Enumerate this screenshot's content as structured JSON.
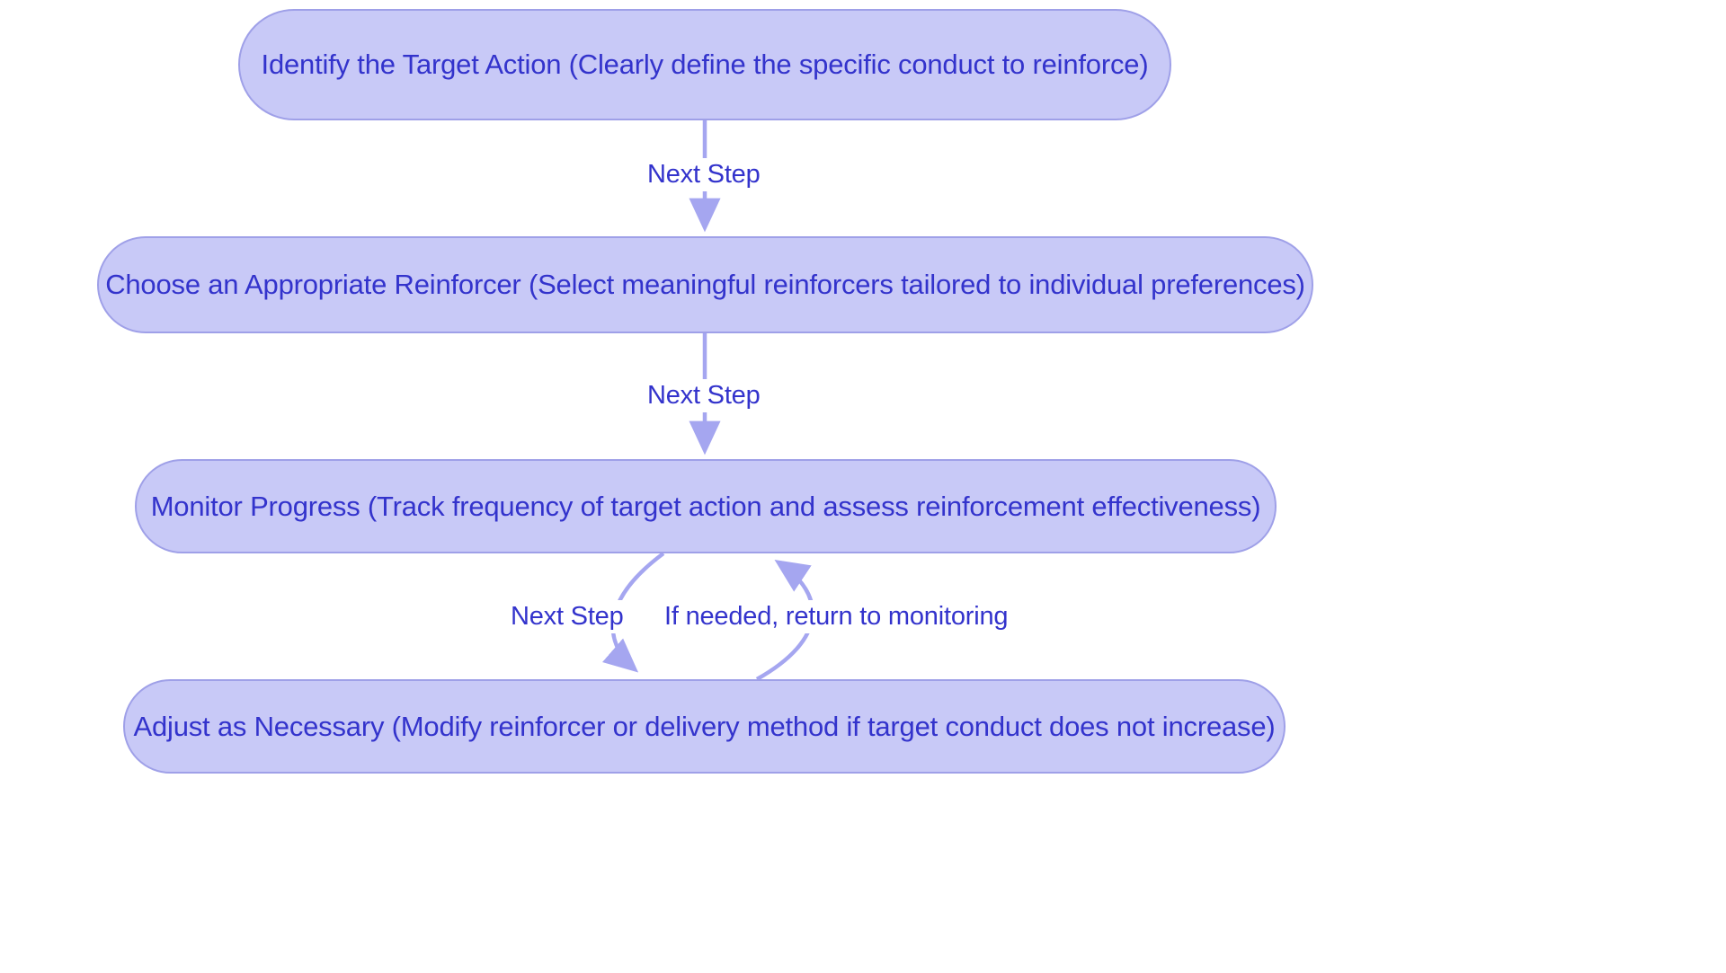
{
  "diagram": {
    "type": "flowchart",
    "orientation": "top-to-bottom",
    "background_color": "#ffffff",
    "node_fill_color": "#c8c9f7",
    "node_border_color": "#9fa0e8",
    "node_text_color": "#3333cc",
    "edge_color": "#a5a6f0",
    "edge_label_color": "#3333cc",
    "nodes": [
      {
        "id": "identify-target-action",
        "label": "Identify the Target Action (Clearly define the specific conduct to reinforce)"
      },
      {
        "id": "choose-appropriate-reinforcer",
        "label": "Choose an Appropriate Reinforcer (Select meaningful reinforcers tailored to individual preferences)"
      },
      {
        "id": "monitor-progress",
        "label": "Monitor Progress (Track frequency of target action and assess reinforcement effectiveness)"
      },
      {
        "id": "adjust-as-necessary",
        "label": "Adjust as Necessary (Modify reinforcer or delivery method if target conduct does not increase)"
      }
    ],
    "edges": [
      {
        "id": "edge-identify-to-choose",
        "from": "identify-target-action",
        "to": "choose-appropriate-reinforcer",
        "label": "Next Step",
        "style": "straight"
      },
      {
        "id": "edge-choose-to-monitor",
        "from": "choose-appropriate-reinforcer",
        "to": "monitor-progress",
        "label": "Next Step",
        "style": "straight"
      },
      {
        "id": "edge-monitor-to-adjust",
        "from": "monitor-progress",
        "to": "adjust-as-necessary",
        "label": "Next Step",
        "style": "curved"
      },
      {
        "id": "edge-adjust-to-monitor",
        "from": "adjust-as-necessary",
        "to": "monitor-progress",
        "label": "If needed, return to monitoring",
        "style": "curved"
      }
    ]
  }
}
